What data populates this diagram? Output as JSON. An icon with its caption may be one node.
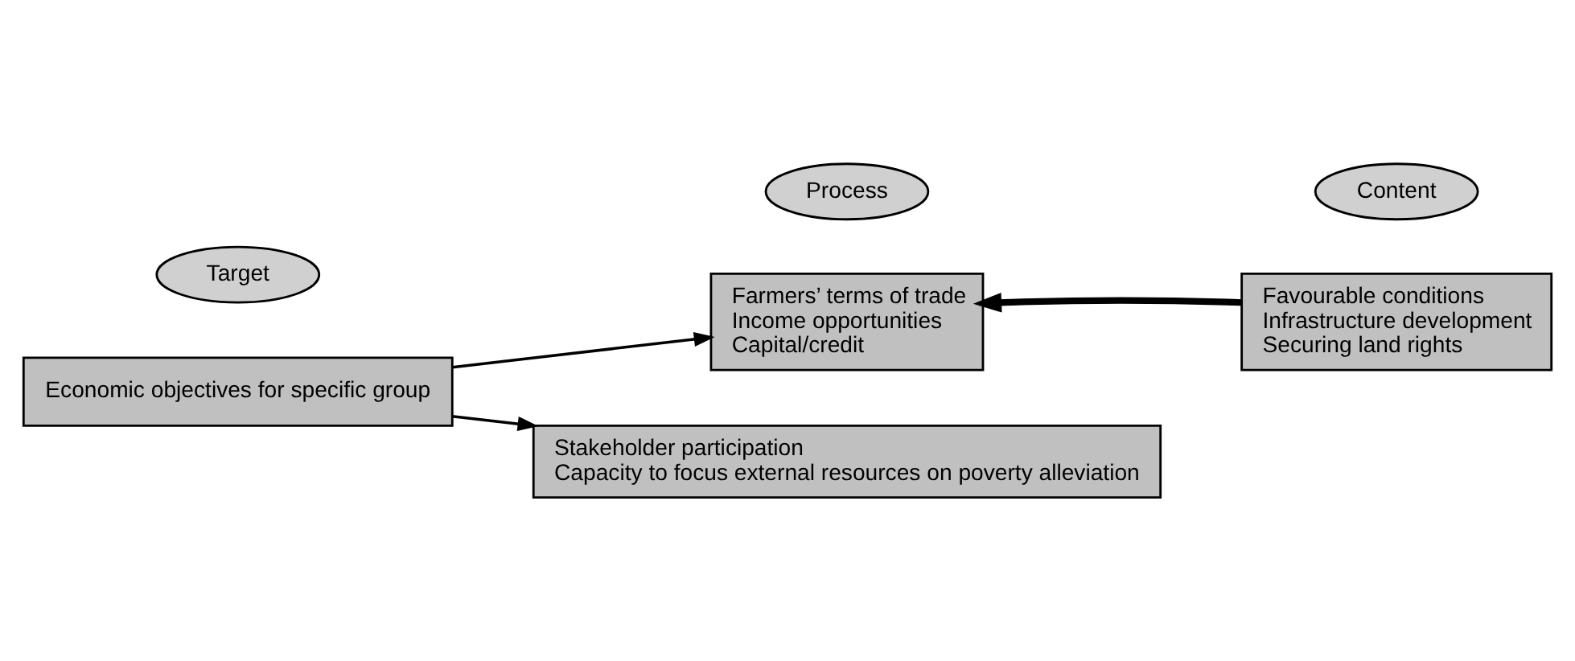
{
  "diagram": {
    "nodes": [
      {
        "text": [
          "Economic objectives for specific group"
        ]
      },
      {
        "text": [
          "Farmers’ terms of trade",
          "Income opportunities",
          "Capital/credit"
        ]
      },
      {
        "text": [
          "Favourable conditions",
          "Infrastructure development",
          "Securing land rights"
        ]
      },
      {
        "text": [
          "Content"
        ]
      },
      {
        "text": [
          "Target"
        ]
      },
      {
        "text": [
          "Stakeholder participation",
          "Capacity to focus external resources on poverty alleviation"
        ]
      },
      {
        "text": [
          "Process"
        ]
      }
    ],
    "edges": [
      {
        "from": 0,
        "to": 1,
        "arrow": "to"
      },
      {
        "from": 0,
        "to": 5,
        "arrow": "to"
      },
      {
        "from": 2,
        "to": 1,
        "arrow": "to",
        "style": "thick"
      }
    ]
  }
}
